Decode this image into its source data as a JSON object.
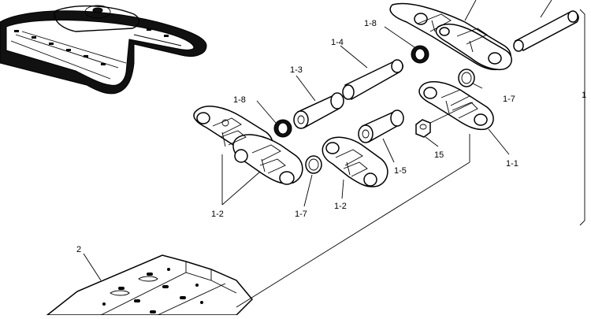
{
  "diagram": {
    "callouts": {
      "c_1_2_a": "1-2",
      "c_1_2_b": "1-2",
      "c_1_3": "1-3",
      "c_1_4": "1-4",
      "c_1_5": "1-5",
      "c_1_7_a": "1-7",
      "c_1_7_b": "1-7",
      "c_1_8_a": "1-8",
      "c_1_8_b": "1-8",
      "c_1_1": "1-1",
      "c_15": "15",
      "c_2": "2",
      "c_1_edge": "1"
    }
  }
}
